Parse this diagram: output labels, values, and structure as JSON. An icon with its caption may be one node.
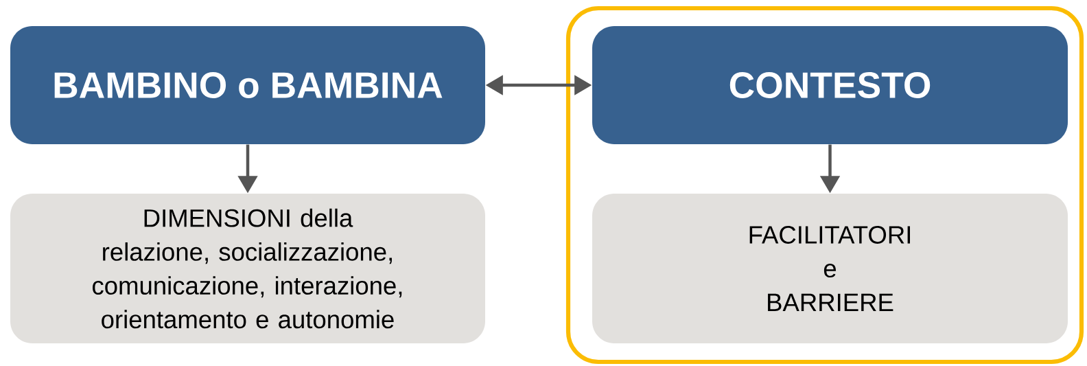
{
  "diagram": {
    "nodes": [
      {
        "text": [
          "BAMBINO o BAMBINA"
        ]
      },
      {
        "text": [
          "DIMENSIONI della relazione, socializzazione, comunicazione, interazione, orientamento e autonomie"
        ]
      },
      {
        "text": [],
        "shape": "box"
      },
      {
        "text": [
          "CONTESTO"
        ],
        "in": 2
      },
      {
        "text": [
          "FACILITATORI e BARRIERE"
        ],
        "in": 2
      }
    ],
    "edges": [
      {
        "from": 0,
        "to": 3,
        "arrow": "both"
      },
      {
        "from": 0,
        "to": 1,
        "arrow": "to"
      },
      {
        "from": 3,
        "to": 4,
        "arrow": "to"
      }
    ]
  }
}
